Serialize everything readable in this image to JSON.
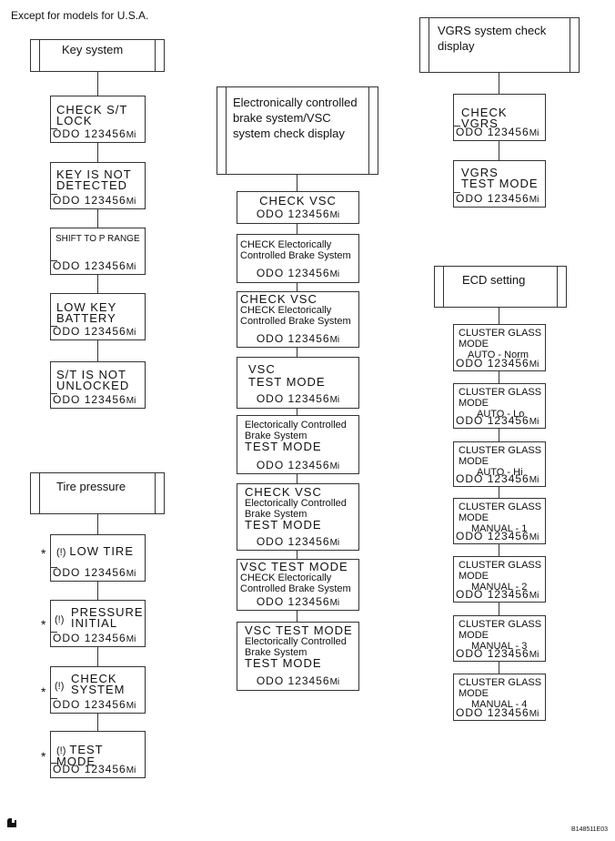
{
  "note": "Except for models for U.S.A.",
  "odo": {
    "label": "ODO",
    "value": "123456",
    "unit": "Mi"
  },
  "star": "*",
  "tire_icon": "(!)",
  "figure_id": "B148511E03",
  "columns": {
    "key": {
      "header": "Key system",
      "items": [
        {
          "lines": [
            "CHECK S/T",
            "LOCK"
          ]
        },
        {
          "lines": [
            "KEY IS NOT",
            "DETECTED"
          ]
        },
        {
          "lines": [
            "SHIFT TO P RANGE"
          ]
        },
        {
          "lines": [
            "LOW KEY",
            "BATTERY"
          ]
        },
        {
          "lines": [
            "S/T IS NOT",
            "UNLOCKED"
          ]
        }
      ]
    },
    "tire": {
      "header": "Tire pressure",
      "items": [
        {
          "lines": [
            "LOW TIRE"
          ]
        },
        {
          "lines": [
            "PRESSURE",
            "INITIAL"
          ]
        },
        {
          "lines": [
            "CHECK",
            "SYSTEM"
          ]
        },
        {
          "lines": [
            "TEST MODE"
          ]
        }
      ]
    },
    "brake": {
      "header": [
        "Electronically controlled",
        "brake system/VSC",
        "system check display"
      ],
      "items": [
        {
          "lines": [
            "CHECK VSC"
          ]
        },
        {
          "lines": [
            "CHECK Electorically",
            "Controlled Brake System"
          ]
        },
        {
          "lines": [
            "CHECK VSC",
            "CHECK Electorically",
            "Controlled Brake System"
          ]
        },
        {
          "lines": [
            "VSC",
            "TEST MODE"
          ]
        },
        {
          "lines": [
            "Electorically Controlled",
            "Brake System",
            "TEST MODE"
          ]
        },
        {
          "lines": [
            "CHECK VSC",
            "Electorically Controlled",
            "Brake System",
            "TEST MODE"
          ]
        },
        {
          "lines": [
            "VSC TEST MODE",
            "CHECK Electorically",
            "Controlled Brake System"
          ]
        },
        {
          "lines": [
            "VSC TEST MODE",
            "Electorically Controlled",
            "Brake System",
            "TEST MODE"
          ]
        }
      ]
    },
    "vgrs": {
      "header": [
        "VGRS system check",
        "display"
      ],
      "items": [
        {
          "lines": [
            "CHECK VGRS"
          ]
        },
        {
          "lines": [
            "VGRS",
            "TEST MODE"
          ]
        }
      ]
    },
    "ecd": {
      "header": "ECD setting",
      "items": [
        {
          "lines": [
            "CLUSTER GLASS",
            "MODE",
            "AUTO - Norm"
          ]
        },
        {
          "lines": [
            "CLUSTER GLASS",
            "MODE",
            "AUTO - Lo"
          ]
        },
        {
          "lines": [
            "CLUSTER GLASS",
            "MODE",
            "AUTO - Hi"
          ]
        },
        {
          "lines": [
            "CLUSTER GLASS",
            "MODE",
            "MANUAL - 1"
          ]
        },
        {
          "lines": [
            "CLUSTER GLASS",
            "MODE",
            "MANUAL - 2"
          ]
        },
        {
          "lines": [
            "CLUSTER GLASS",
            "MODE",
            "MANUAL - 3"
          ]
        },
        {
          "lines": [
            "CLUSTER GLASS",
            "MODE",
            "MANUAL - 4"
          ]
        }
      ]
    }
  }
}
